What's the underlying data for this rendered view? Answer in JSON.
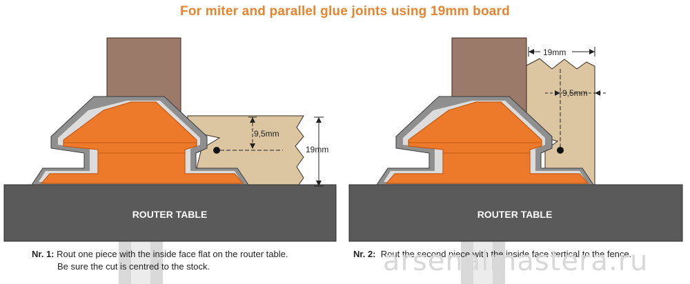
{
  "title": "For miter and parallel glue joints using 19mm board",
  "colors": {
    "title": "#e8832e",
    "router_table": "#5a5a5a",
    "bit": "#ec7a2a",
    "bit_outline": "#c45a12",
    "housing": "#8f8f8f",
    "stock_dark": "#9b7a6a",
    "stock_light": "#dcc6a1",
    "shaft": "#d9d9d9"
  },
  "panel1": {
    "table_label": "ROUTER TABLE",
    "dim_small": "9,5mm",
    "dim_large": "19mm",
    "caption": {
      "number": "Nr. 1:",
      "line1": "Rout one piece with the inside face flat on the router table.",
      "line2": "Be sure the cut is centred to the stock."
    }
  },
  "panel2": {
    "table_label": "ROUTER TABLE",
    "dim_top": "19mm",
    "dim_small": "9,5mm",
    "caption": {
      "number": "Nr. 2:",
      "line1": "Rout the second piece with the inside face vertical to the fence."
    }
  },
  "watermark": "arsenalmastera.ru"
}
